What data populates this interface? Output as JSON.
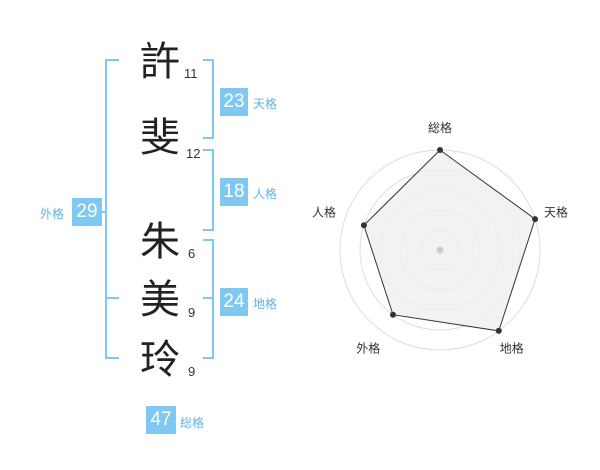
{
  "name": {
    "surname": [
      {
        "char": "許",
        "strokes": "11"
      },
      {
        "char": "斐",
        "strokes": "12"
      }
    ],
    "given": [
      {
        "char": "朱",
        "strokes": "6"
      },
      {
        "char": "美",
        "strokes": "9"
      },
      {
        "char": "玲",
        "strokes": "9"
      }
    ]
  },
  "kakusu": {
    "tenkaku": {
      "value": "23",
      "label": "天格"
    },
    "jinkaku": {
      "value": "18",
      "label": "人格"
    },
    "chikaku": {
      "value": "24",
      "label": "地格"
    },
    "gaikaku": {
      "value": "29",
      "label": "外格"
    },
    "soukaku": {
      "value": "47",
      "label": "総格"
    }
  },
  "radar": {
    "axes": [
      "総格",
      "天格",
      "地格",
      "外格",
      "人格"
    ],
    "levels": 5,
    "scores": [
      5,
      5,
      5,
      4,
      4
    ],
    "colors": {
      "fill": "#f0f0f0",
      "ring": "#dddddd",
      "line": "#333333",
      "point": "#333333",
      "center": "#cccccc"
    }
  },
  "colors": {
    "accent": "#7ec8f2",
    "bracket": "#7ec8f2",
    "label": "#5cb3e6"
  }
}
